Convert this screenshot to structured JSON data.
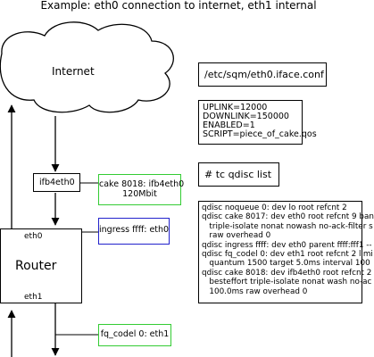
{
  "title": "Example: eth0 connection to internet, eth1 internal",
  "cloud_label": "Internet",
  "ifb_label": "ifb4eth0",
  "router": {
    "label": "Router",
    "eth0": "eth0",
    "eth1": "eth1"
  },
  "annotations": {
    "cake_ifb": [
      "cake 8018: ifb4eth0",
      "120Mbit"
    ],
    "ingress": "ingress ffff: eth0",
    "fq_codel": "fq_codel 0: eth1"
  },
  "conf_path": "/etc/sqm/eth0.iface.conf",
  "conf_lines": [
    "UPLINK=12000",
    "DOWNLINK=150000",
    "ENABLED=1",
    "SCRIPT=piece_of_cake.qos"
  ],
  "tc_command": "# tc qdisc list",
  "tc_output": [
    "qdisc noqueue 0: dev lo root refcnt 2",
    "qdisc cake 8017: dev eth0 root refcnt 9 ban",
    "   triple-isolate nonat nowash no-ack-filter s",
    "   raw overhead 0",
    "qdisc ingress ffff: dev eth0 parent ffff:fff1 --",
    "qdisc fq_codel 0: dev eth1 root refcnt 2 limi",
    "   quantum 1500 target 5.0ms interval 100",
    "qdisc cake 8018: dev ifb4eth0 root refcnt 2",
    "   besteffort triple-isolate nonat wash no-ac",
    "   100.0ms raw overhead 0"
  ],
  "colors": {
    "green": "#33cc33",
    "blue": "#2222cc",
    "line": "#000000"
  }
}
